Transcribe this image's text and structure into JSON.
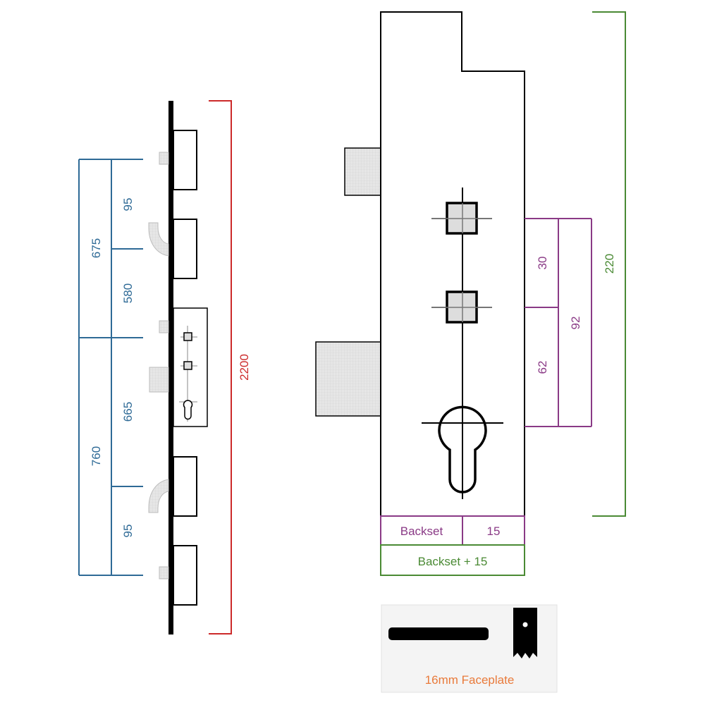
{
  "left_dimensions": {
    "outer_top": "675",
    "outer_bottom": "760",
    "inner_1": "95",
    "inner_2": "580",
    "inner_3": "665",
    "inner_4": "95",
    "overall_height": "2200"
  },
  "right_dimensions": {
    "case_height": "220",
    "spindle_pitch": "30",
    "centre_to_cylinder": "62",
    "top_to_cylinder": "92",
    "backset_label": "Backset",
    "faceplate_offset": "15",
    "backset_total": "Backset + 15"
  },
  "faceplate": {
    "label": "16mm Faceplate"
  },
  "colors": {
    "blue": "#2e6a96",
    "red": "#cc2a2a",
    "green": "#4a8a34",
    "purple": "#8a3a86",
    "orange": "#e97a3a"
  }
}
